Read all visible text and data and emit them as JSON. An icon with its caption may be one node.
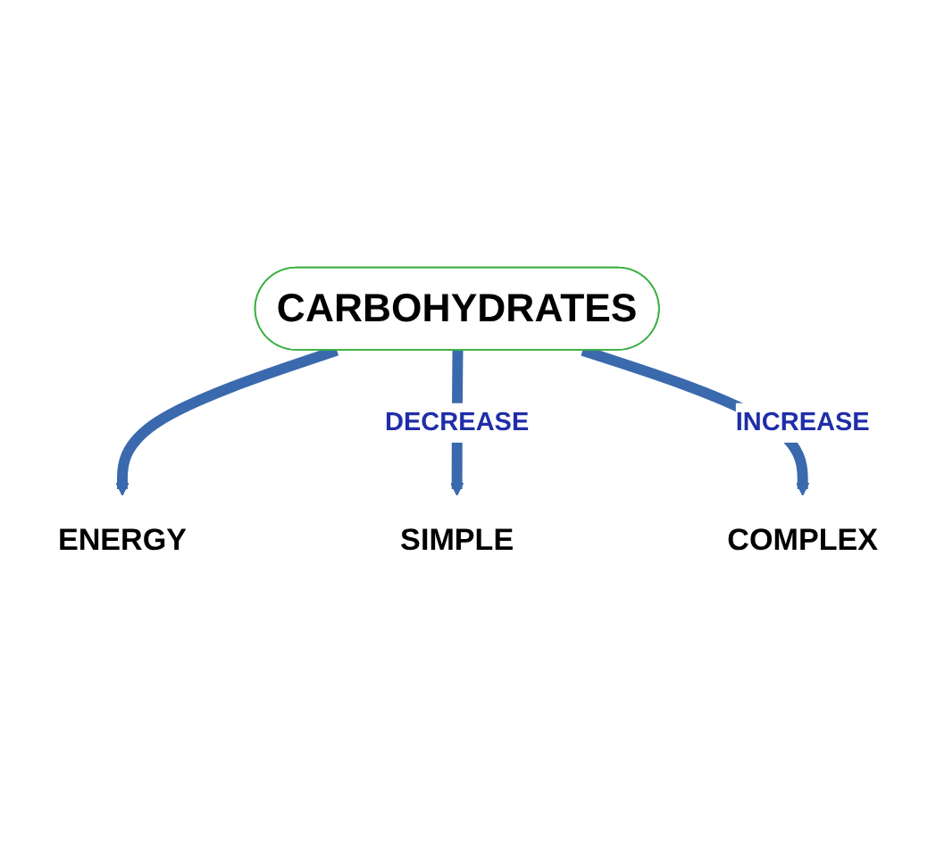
{
  "diagram": {
    "nodes": [
      {
        "text": [
          "ENERGY"
        ]
      },
      {
        "text": [
          "CARBOHYDRATES"
        ]
      },
      {
        "text": [
          "SIMPLE"
        ]
      },
      {
        "text": [
          "COMPLEX"
        ]
      }
    ],
    "edges": [
      {
        "from": 1,
        "to": 0,
        "arrow": "to"
      },
      {
        "from": 1,
        "to": 2,
        "arrow": "to",
        "label": "DECREASE"
      },
      {
        "from": 1,
        "to": 3,
        "arrow": "to",
        "label": "INCREASE"
      }
    ]
  }
}
